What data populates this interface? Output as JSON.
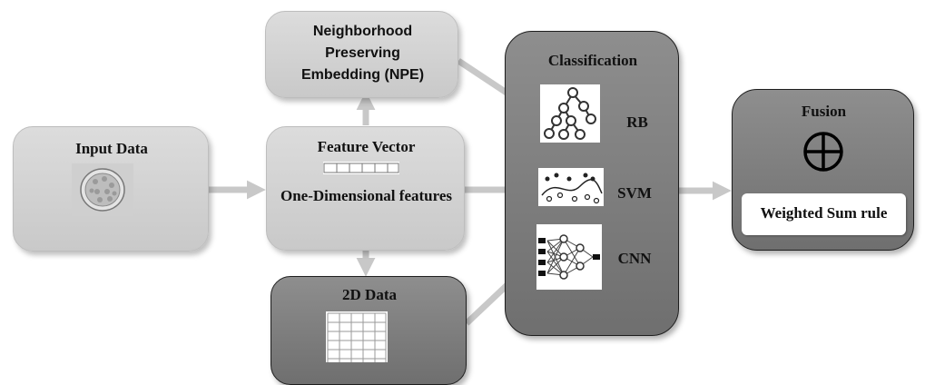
{
  "nodes": {
    "input_data": "Input Data",
    "npe": "Neighborhood Preserving Embedding (NPE)",
    "feature_vector": "Feature Vector",
    "one_dimensional": "One-Dimensional features",
    "data_2d": "2D Data",
    "classification": "Classification",
    "rb": "RB",
    "svm": "SVM",
    "cnn": "CNN",
    "fusion": "Fusion",
    "weighted_sum": "Weighted Sum rule"
  },
  "icons": [
    "embryo-image",
    "vector-icon",
    "grid-icon",
    "tree-icon",
    "svm-scatter-icon",
    "neural-network-icon",
    "plus-circle-icon"
  ],
  "colors": {
    "light_box": "#d3d3d3",
    "dark_box": "#7c7c7c",
    "arrow": "#c8c8c8"
  }
}
